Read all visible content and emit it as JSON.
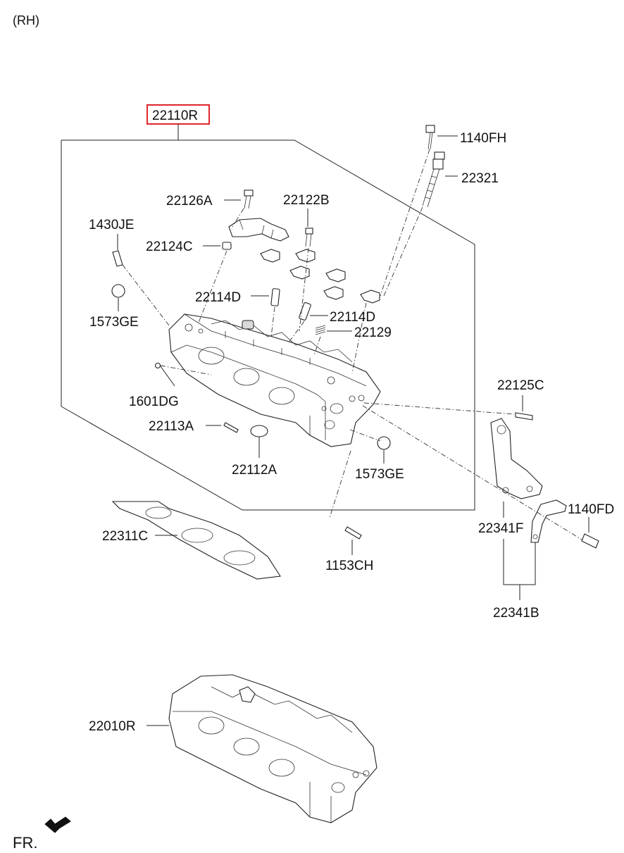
{
  "header": {
    "side": "(RH)"
  },
  "footer": {
    "direction": "FR."
  },
  "parts": {
    "p22110R": "22110R",
    "p1140FH": "1140FH",
    "p22321": "22321",
    "p22126A": "22126A",
    "p22122B": "22122B",
    "p1430JE": "1430JE",
    "p22124C": "22124C",
    "p22114D_a": "22114D",
    "p22114D_b": "22114D",
    "p22129": "22129",
    "p1573GE_a": "1573GE",
    "p1573GE_b": "1573GE",
    "p1601DG": "1601DG",
    "p22113A": "22113A",
    "p22112A": "22112A",
    "p22125C": "22125C",
    "p1140FD": "1140FD",
    "p22341F": "22341F",
    "p22311C": "22311C",
    "p1153CH": "1153CH",
    "p22341B": "22341B",
    "p22010R": "22010R"
  },
  "colors": {
    "highlight_box": "#e0262b",
    "ink": "#111111"
  }
}
